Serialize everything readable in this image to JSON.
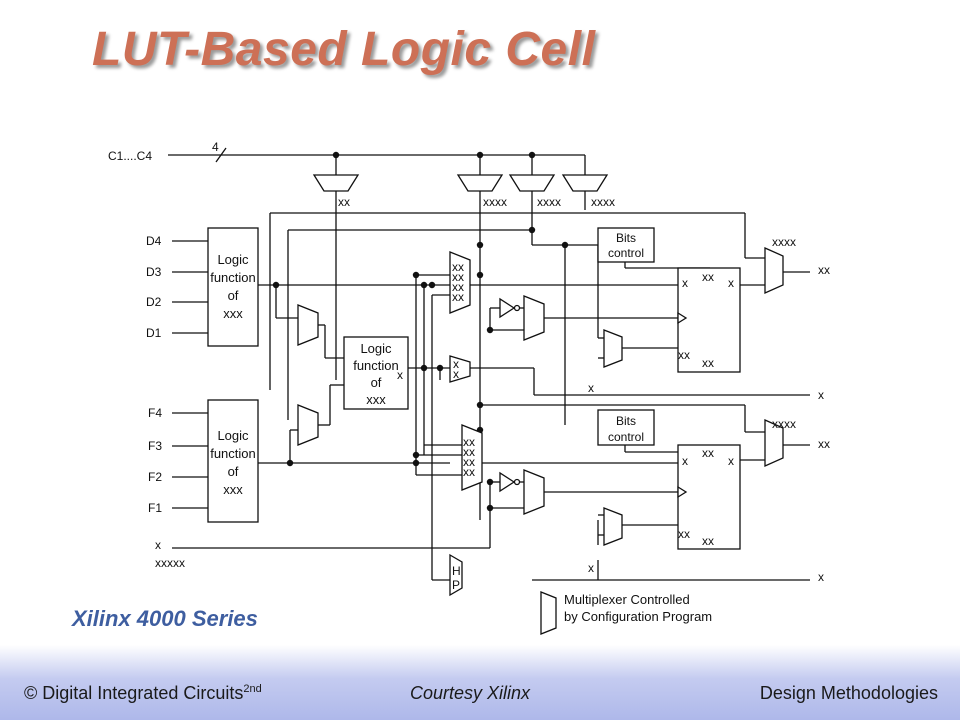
{
  "title": "LUT-Based Logic Cell",
  "series_label": "Xilinx 4000 Series",
  "footer": {
    "left_main": "© Digital Integrated Circuits",
    "left_sup": "2nd",
    "center": "Courtesy Xilinx",
    "right": "Design Methodologies"
  },
  "diagram": {
    "bus_label": "C1....C4",
    "bus_width": "4",
    "d_inputs": [
      "D4",
      "D3",
      "D2",
      "D1"
    ],
    "f_inputs": [
      "F4",
      "F3",
      "F2",
      "F1"
    ],
    "lut_top": [
      "Logic",
      "function",
      "of",
      "xxx"
    ],
    "lut_bottom": [
      "Logic",
      "function",
      "of",
      "xxx"
    ],
    "lut_mid": [
      "Logic",
      "function",
      "of",
      "xxx"
    ],
    "bits_control": [
      "Bits",
      "control"
    ],
    "lut_mid_input": "x",
    "mux_col_labels": [
      "xx",
      "xxxx",
      "xxxx",
      "xxxx"
    ],
    "mux_stack_top": [
      "xx",
      "xx",
      "xx",
      "xx"
    ],
    "mux_stack_mid": [
      "x",
      "x"
    ],
    "mux_stack_bot": [
      "xx",
      "xx",
      "xx",
      "xx"
    ],
    "hp_label": [
      "H",
      "P"
    ],
    "ff_top": {
      "top": "xx",
      "left": "x",
      "right": "x",
      "bottom_left": "xx",
      "bottom_right": "xx"
    },
    "ff_bot": {
      "top": "xx",
      "left": "x",
      "right": "x",
      "bottom_left": "xx",
      "bottom_right": "xx"
    },
    "output_top": {
      "above": "xxxx",
      "right": "xx"
    },
    "output_bot": {
      "above": "xxxx",
      "right": "xx"
    },
    "x_outputs": [
      "x",
      "x"
    ],
    "mux_x_labels": [
      "x",
      "x"
    ],
    "bottom_in": [
      "x",
      "xxxxx"
    ],
    "legend": [
      "Multiplexer Controlled",
      "by Configuration Program"
    ],
    "colors": {
      "title": "#cd7056",
      "series": "#3e5ea0",
      "line": "#111111",
      "footer_band": "#b2bbeb"
    }
  }
}
